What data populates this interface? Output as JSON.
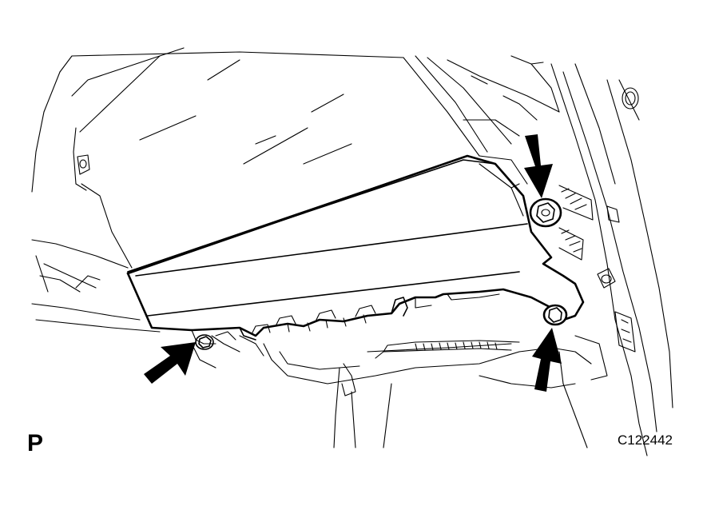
{
  "figure": {
    "view_label": "P",
    "figure_code": "C122442"
  },
  "callouts": [
    {
      "name": "top-right-bolt-arrow",
      "direction": "down",
      "target": "bolt"
    },
    {
      "name": "lower-right-bolt-arrow",
      "direction": "up",
      "target": "bolt"
    },
    {
      "name": "lower-left-bolt-arrow",
      "direction": "up-right",
      "target": "bolt"
    }
  ]
}
